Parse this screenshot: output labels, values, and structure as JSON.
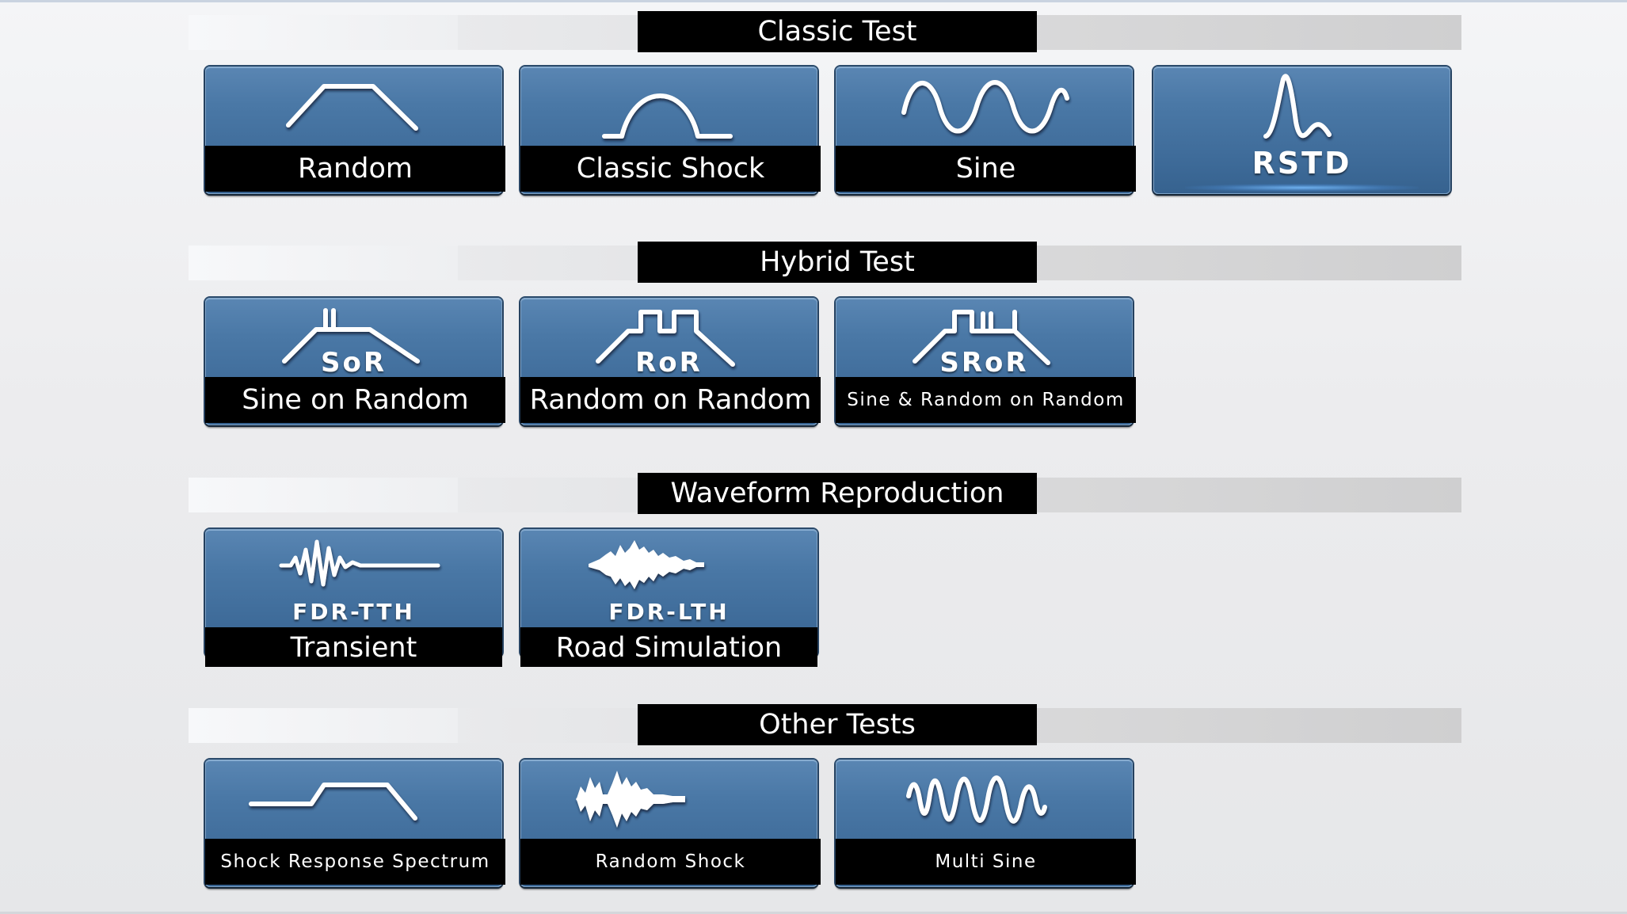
{
  "sections": [
    {
      "title": "Classic Test",
      "tiles": [
        {
          "label": "Random",
          "icon": "trapezoid-profile-icon"
        },
        {
          "label": "Classic Shock",
          "icon": "half-sine-pulse-icon"
        },
        {
          "label": "Sine",
          "icon": "sine-wave-icon"
        },
        {
          "label": "",
          "badge": "RSTD",
          "icon": "rstd-pulse-icon"
        }
      ]
    },
    {
      "title": "Hybrid Test",
      "tiles": [
        {
          "label": "Sine on Random",
          "badge": "SoR",
          "icon": "sine-on-random-profile-icon"
        },
        {
          "label": "Random on Random",
          "badge": "RoR",
          "icon": "random-on-random-profile-icon"
        },
        {
          "label": "Sine & Random on Random",
          "badge": "SRoR",
          "icon": "sine-random-on-random-profile-icon"
        }
      ]
    },
    {
      "title": "Waveform Reproduction",
      "tiles": [
        {
          "label": "Transient",
          "badge": "FDR-TTH",
          "icon": "transient-waveform-icon"
        },
        {
          "label": "Road Simulation",
          "badge": "FDR-LTH",
          "icon": "road-signal-waveform-icon"
        }
      ]
    },
    {
      "title": "Other Tests",
      "tiles": [
        {
          "label": "Shock Response Spectrum",
          "icon": "srs-profile-icon"
        },
        {
          "label": "Random Shock",
          "icon": "random-shock-waveform-icon"
        },
        {
          "label": "Multi Sine",
          "icon": "multi-sine-wave-icon"
        }
      ]
    }
  ]
}
